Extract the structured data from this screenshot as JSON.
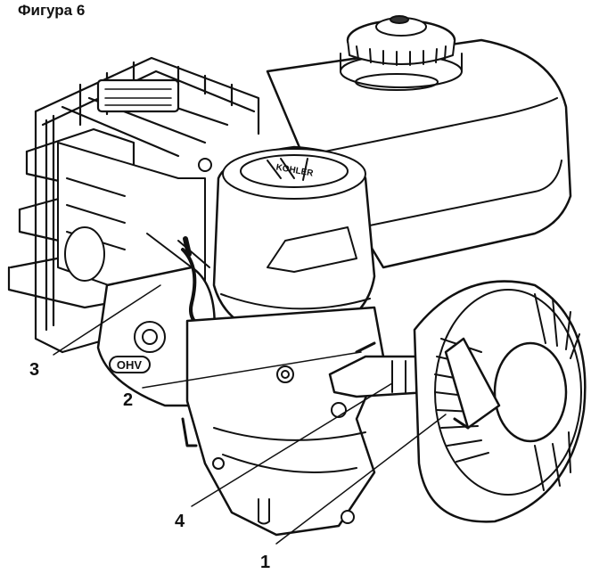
{
  "figure": {
    "title": "Фигура  6",
    "callouts": [
      {
        "id": "callout-3",
        "label": "3"
      },
      {
        "id": "callout-2",
        "label": "2"
      },
      {
        "id": "callout-4",
        "label": "4"
      },
      {
        "id": "callout-1",
        "label": "1"
      }
    ],
    "engine_markings": {
      "shroud_logo": "KOHLER",
      "valve_cover_text": "OHV"
    }
  }
}
